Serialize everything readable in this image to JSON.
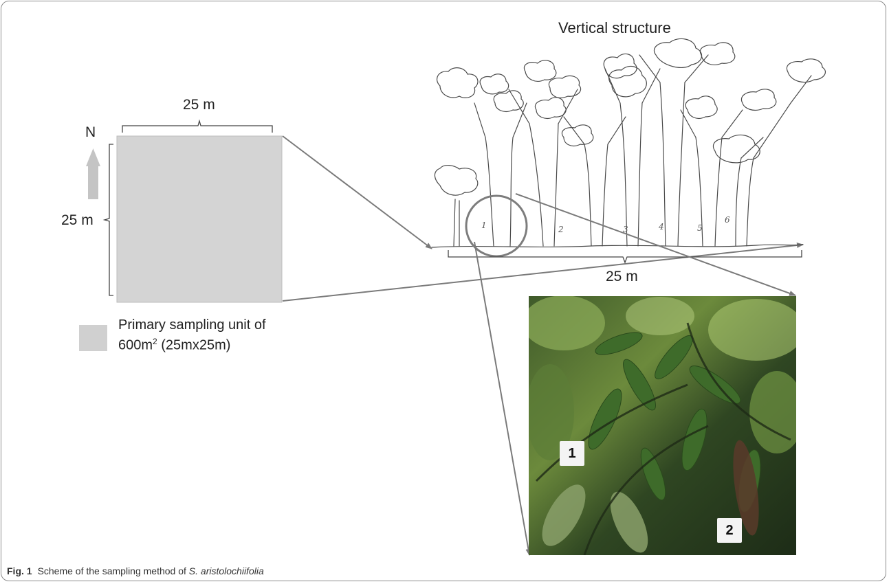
{
  "plot": {
    "width_label": "25 m",
    "height_label": "25 m",
    "north_label": "N"
  },
  "legend": {
    "line1": "Primary sampling unit of",
    "line2_prefix": "600m",
    "line2_sup": "2",
    "line2_suffix": " (25mx25m)"
  },
  "vertical_structure": {
    "title": "Vertical structure",
    "width_label": "25 m",
    "tree_numbers": [
      "1",
      "2",
      "3",
      "4",
      "5",
      "6"
    ]
  },
  "photo": {
    "labels": [
      "1",
      "2"
    ]
  },
  "caption": {
    "fig_label": "Fig. 1",
    "text": "Scheme of the sampling method of ",
    "species": "S. aristolochiifolia"
  },
  "colors": {
    "plot_fill": "#d4d4d4",
    "arrow": "#7a7a7a",
    "bracket": "#444444",
    "circle": "#7d7d7d"
  }
}
